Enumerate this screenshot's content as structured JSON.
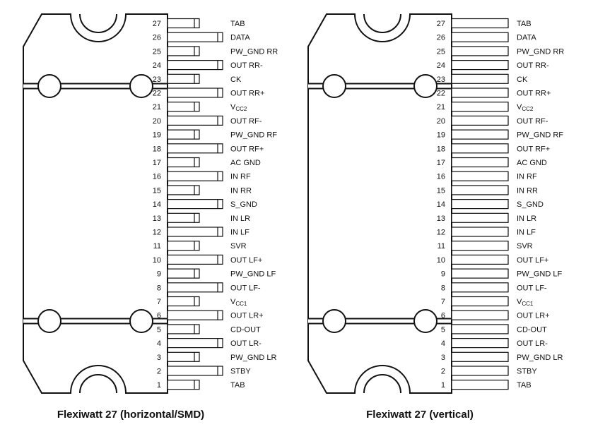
{
  "packages": [
    {
      "id": "horizontal",
      "caption": "Flexiwatt 27 (horizontal/SMD)",
      "pin_style": "stepped"
    },
    {
      "id": "vertical",
      "caption": "Flexiwatt 27 (vertical)",
      "pin_style": "uniform"
    }
  ],
  "pins": [
    {
      "num": "27",
      "label": "TAB",
      "sub": "",
      "long": false
    },
    {
      "num": "26",
      "label": "DATA",
      "sub": "",
      "long": true
    },
    {
      "num": "25",
      "label": "PW_GND RR",
      "sub": "",
      "long": false
    },
    {
      "num": "24",
      "label": "OUT RR-",
      "sub": "",
      "long": true
    },
    {
      "num": "23",
      "label": "CK",
      "sub": "",
      "long": false
    },
    {
      "num": "22",
      "label": "OUT RR+",
      "sub": "",
      "long": true
    },
    {
      "num": "21",
      "label": "V",
      "sub": "CC2",
      "long": false
    },
    {
      "num": "20",
      "label": "OUT RF-",
      "sub": "",
      "long": true
    },
    {
      "num": "19",
      "label": "PW_GND RF",
      "sub": "",
      "long": false
    },
    {
      "num": "18",
      "label": "OUT RF+",
      "sub": "",
      "long": true
    },
    {
      "num": "17",
      "label": "AC GND",
      "sub": "",
      "long": false
    },
    {
      "num": "16",
      "label": "IN RF",
      "sub": "",
      "long": true
    },
    {
      "num": "15",
      "label": "IN RR",
      "sub": "",
      "long": false
    },
    {
      "num": "14",
      "label": "S_GND",
      "sub": "",
      "long": true
    },
    {
      "num": "13",
      "label": "IN LR",
      "sub": "",
      "long": false
    },
    {
      "num": "12",
      "label": "IN LF",
      "sub": "",
      "long": true
    },
    {
      "num": "11",
      "label": "SVR",
      "sub": "",
      "long": false
    },
    {
      "num": "10",
      "label": "OUT LF+",
      "sub": "",
      "long": true
    },
    {
      "num": "9",
      "label": "PW_GND LF",
      "sub": "",
      "long": false
    },
    {
      "num": "8",
      "label": "OUT LF-",
      "sub": "",
      "long": true
    },
    {
      "num": "7",
      "label": "V",
      "sub": "CC1",
      "long": false
    },
    {
      "num": "6",
      "label": "OUT LR+",
      "sub": "",
      "long": true
    },
    {
      "num": "5",
      "label": "CD-OUT",
      "sub": "",
      "long": false
    },
    {
      "num": "4",
      "label": "OUT LR-",
      "sub": "",
      "long": true
    },
    {
      "num": "3",
      "label": "PW_GND LR",
      "sub": "",
      "long": false
    },
    {
      "num": "2",
      "label": "STBY",
      "sub": "",
      "long": true
    },
    {
      "num": "1",
      "label": "TAB",
      "sub": "",
      "long": false
    }
  ]
}
